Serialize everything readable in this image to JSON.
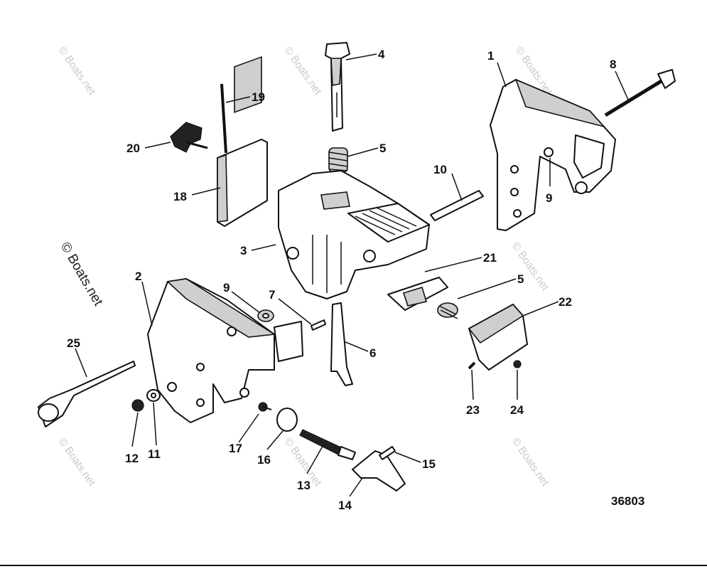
{
  "diagram": {
    "figure_number": "36803",
    "watermark_text": "© Boats.net",
    "callouts": [
      {
        "id": "1"
      },
      {
        "id": "2"
      },
      {
        "id": "3"
      },
      {
        "id": "4"
      },
      {
        "id": "5a",
        "text": "5"
      },
      {
        "id": "5b",
        "text": "5"
      },
      {
        "id": "6"
      },
      {
        "id": "7"
      },
      {
        "id": "8"
      },
      {
        "id": "9a",
        "text": "9"
      },
      {
        "id": "9b",
        "text": "9"
      },
      {
        "id": "10"
      },
      {
        "id": "11"
      },
      {
        "id": "12"
      },
      {
        "id": "13"
      },
      {
        "id": "14"
      },
      {
        "id": "15"
      },
      {
        "id": "16"
      },
      {
        "id": "17"
      },
      {
        "id": "18"
      },
      {
        "id": "19"
      },
      {
        "id": "20"
      },
      {
        "id": "21"
      },
      {
        "id": "22"
      },
      {
        "id": "23"
      },
      {
        "id": "24"
      },
      {
        "id": "25"
      }
    ]
  },
  "labels": {
    "l1": "1",
    "l2": "2",
    "l3": "3",
    "l4": "4",
    "l5a": "5",
    "l5b": "5",
    "l6": "6",
    "l7": "7",
    "l8": "8",
    "l9a": "9",
    "l9b": "9",
    "l10": "10",
    "l11": "11",
    "l12": "12",
    "l13": "13",
    "l14": "14",
    "l15": "15",
    "l16": "16",
    "l17": "17",
    "l18": "18",
    "l19": "19",
    "l20": "20",
    "l21": "21",
    "l22": "22",
    "l23": "23",
    "l24": "24",
    "l25": "25"
  }
}
